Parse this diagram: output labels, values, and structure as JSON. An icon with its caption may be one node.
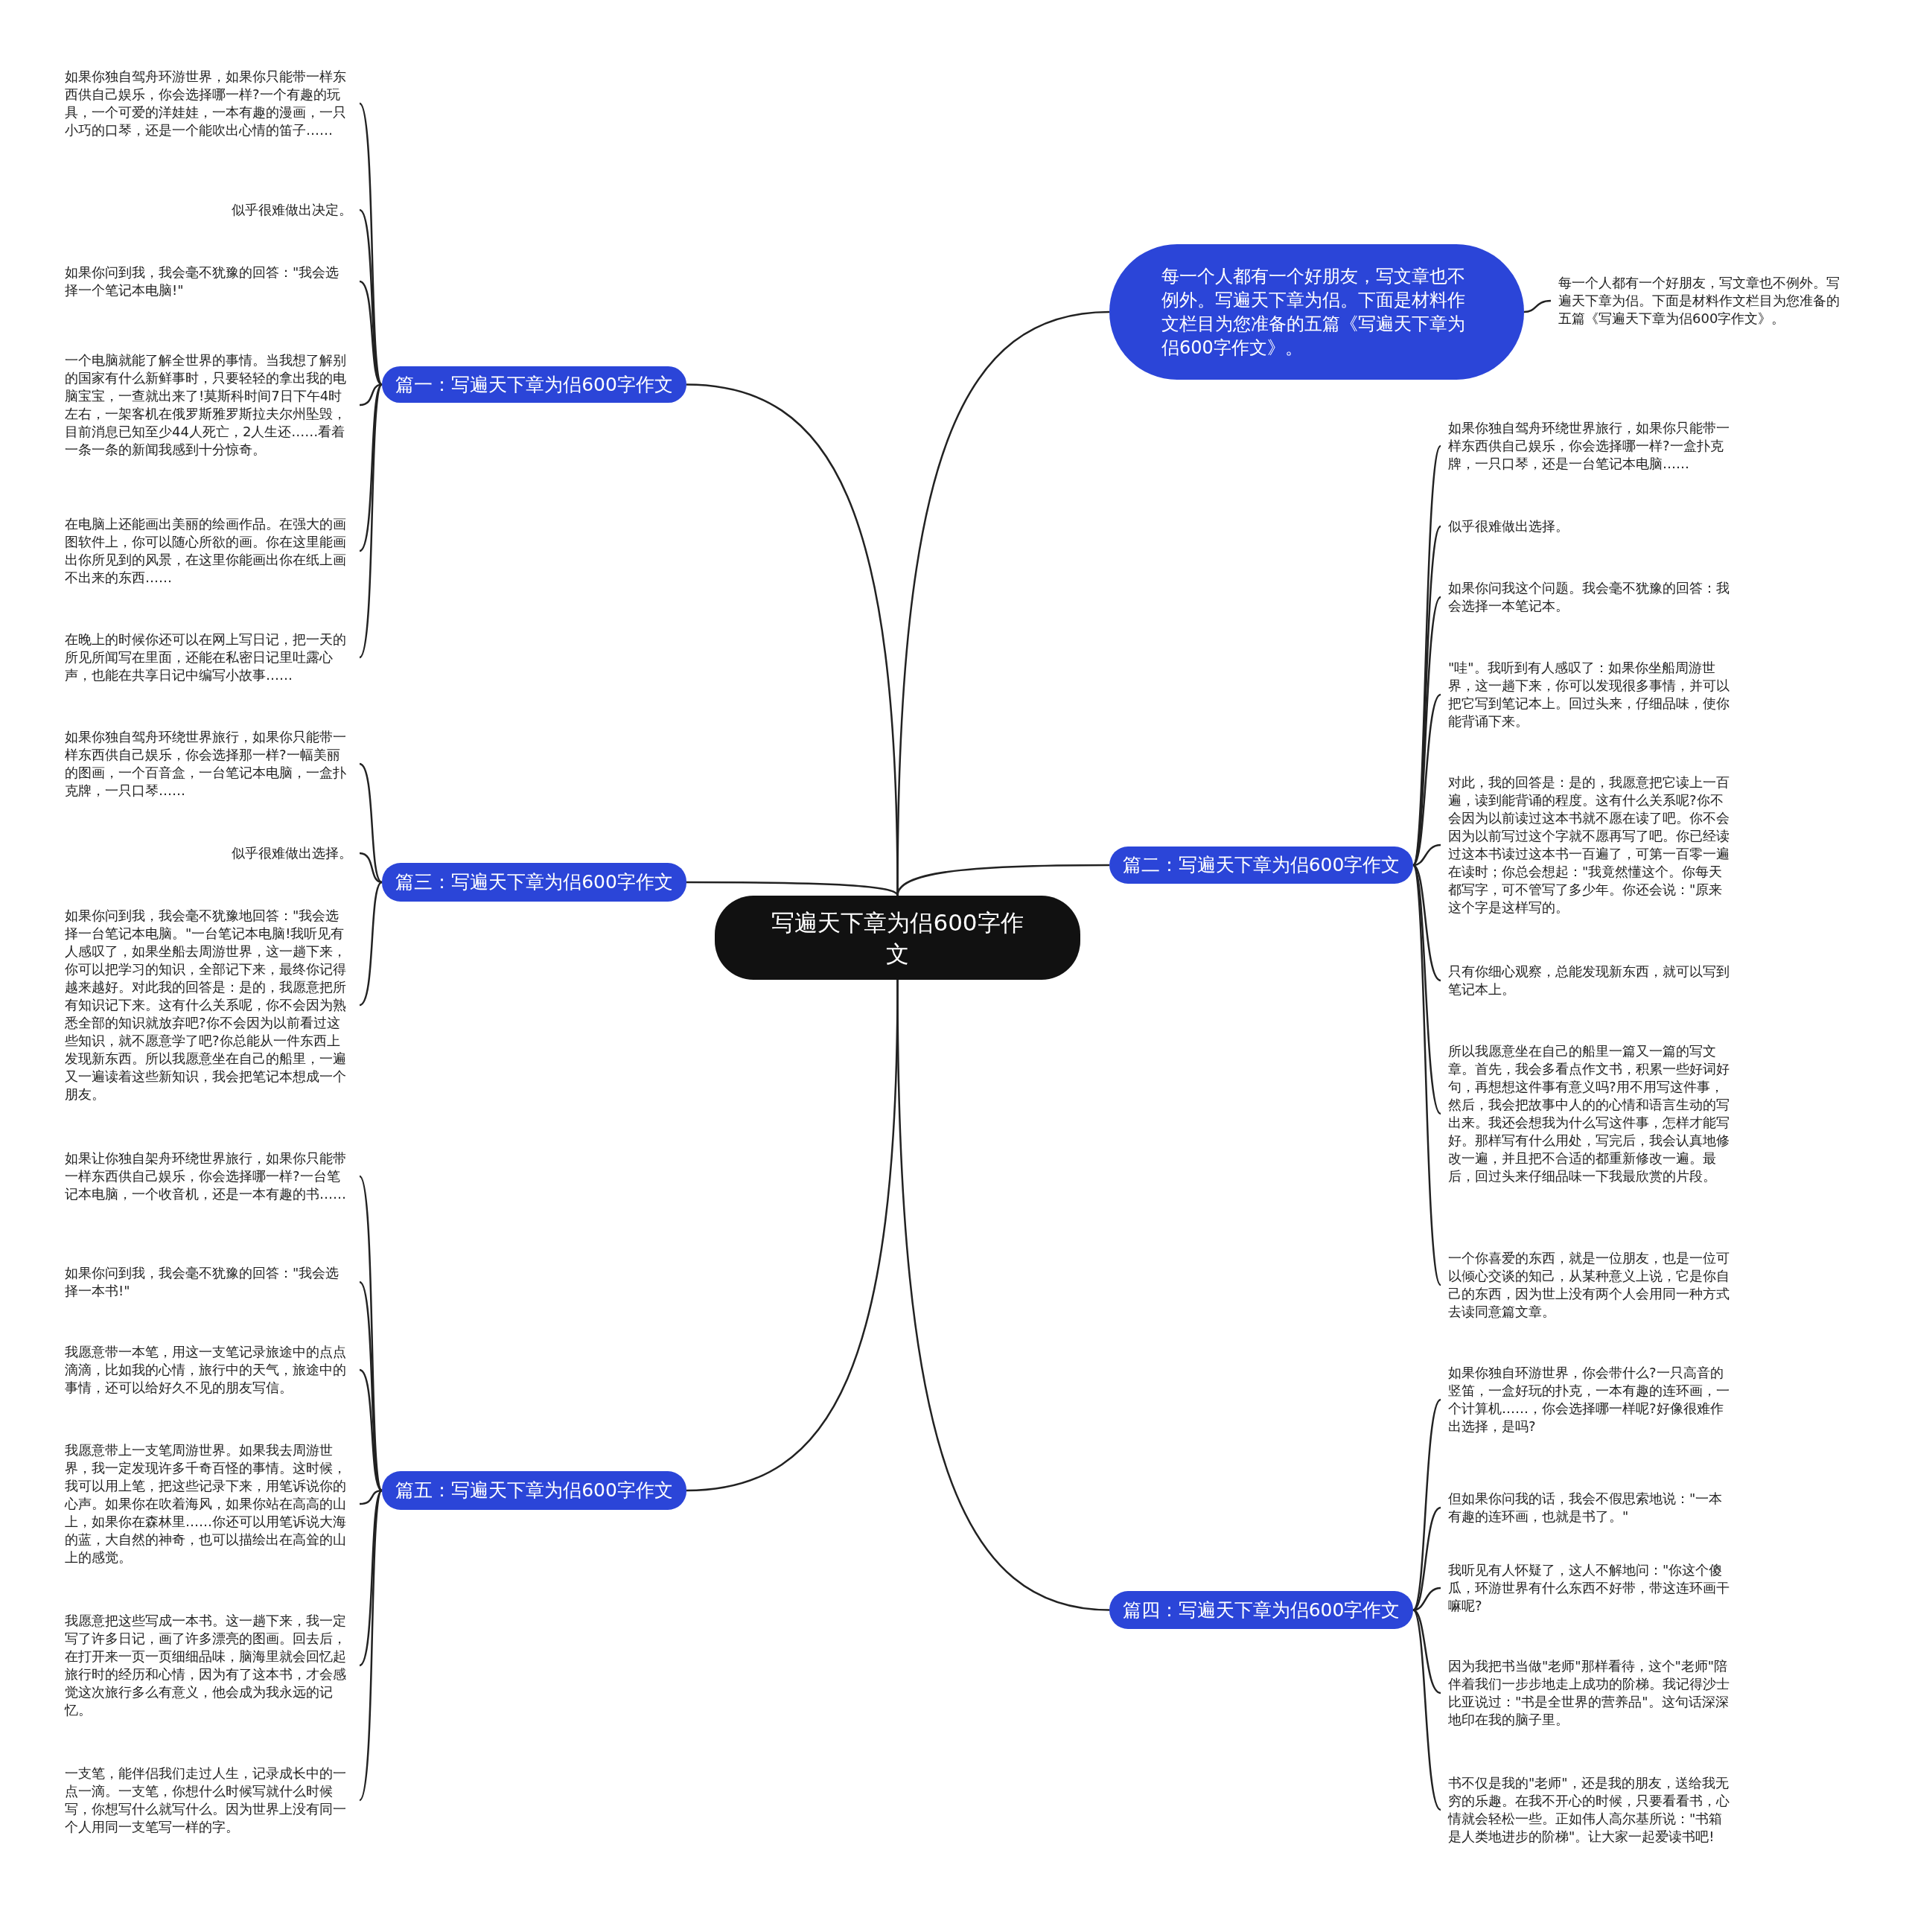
{
  "diagram": {
    "nodes": [
      {
        "text": [
          "写遍天下章为侣600字作文"
        ]
      },
      {
        "text": [
          "每一个人都有一个好朋友，写文章也不例外。写遍天下章为侣。下面是材料作文栏目为您准备的五篇《写遍天下章为侣600字作文》。"
        ]
      },
      {
        "text": [
          "每一个人都有一个好朋友，写文章也不例外。写遍天下章为侣。下面是材料作文栏目为您准备的五篇《写遍天下章为侣600字作文》。"
        ]
      },
      {
        "text": [
          "篇一：写遍天下章为侣600字作文"
        ]
      },
      {
        "text": [
          "如果你独自驾舟环游世界，如果你只能带一样东西供自己娱乐，你会选择哪一样?一个有趣的玩具，一个可爱的洋娃娃，一本有趣的漫画，一只小巧的口琴，还是一个能吹出心情的笛子……"
        ]
      },
      {
        "text": [
          "似乎很难做出决定。"
        ]
      },
      {
        "text": [
          "如果你问到我，我会毫不犹豫的回答：\"我会选择一个笔记本电脑!\""
        ]
      },
      {
        "text": [
          "一个电脑就能了解全世界的事情。当我想了解别的国家有什么新鲜事时，只要轻轻的拿出我的电脑宝宝，一查就出来了!莫斯科时间7日下午4时左右，一架客机在俄罗斯雅罗斯拉夫尔州坠毁，目前消息已知至少44人死亡，2人生还……看着一条一条的新闻我感到十分惊奇。"
        ]
      },
      {
        "text": [
          "在电脑上还能画出美丽的绘画作品。在强大的画图软件上，你可以随心所欲的画。你在这里能画出你所见到的风景，在这里你能画出你在纸上画不出来的东西……"
        ]
      },
      {
        "text": [
          "在晚上的时候你还可以在网上写日记，把一天的所见所闻写在里面，还能在私密日记里吐露心声，也能在共享日记中编写小故事……"
        ]
      },
      {
        "text": [
          "篇二：写遍天下章为侣600字作文"
        ]
      },
      {
        "text": [
          "如果你独自驾舟环绕世界旅行，如果你只能带一样东西供自己娱乐，你会选择哪一样?一盒扑克牌，一只口琴，还是一台笔记本电脑……"
        ]
      },
      {
        "text": [
          "似乎很难做出选择。"
        ]
      },
      {
        "text": [
          "如果你问我这个问题。我会毫不犹豫的回答：我会选择一本笔记本。"
        ]
      },
      {
        "text": [
          "\"哇\"。我听到有人感叹了：如果你坐船周游世界，这一趟下来，你可以发现很多事情，并可以把它写到笔记本上。回过头来，仔细品味，使你能背诵下来。"
        ]
      },
      {
        "text": [
          "对此，我的回答是：是的，我愿意把它读上一百遍，读到能背诵的程度。这有什么关系呢?你不会因为以前读过这本书就不愿在读了吧。你不会因为以前写过这个字就不愿再写了吧。你已经读过这本书读过这本书一百遍了，可第一百零一遍在读时；你总会想起：\"我竟然懂这个。你每天都写字，可不管写了多少年。你还会说：\"原来这个字是这样写的。"
        ]
      },
      {
        "text": [
          "只有你细心观察，总能发现新东西，就可以写到笔记本上。"
        ]
      },
      {
        "text": [
          "所以我愿意坐在自己的船里一篇又一篇的写文章。首先，我会多看点作文书，积累一些好词好句，再想想这件事有意义吗?用不用写这件事，然后，我会把故事中人的的心情和语言生动的写出来。我还会想我为什么写这件事，怎样才能写好。那样写有什么用处，写完后，我会认真地修改一遍，并且把不合适的都重新修改一遍。最后，回过头来仔细品味一下我最欣赏的片段。"
        ]
      },
      {
        "text": [
          "一个你喜爱的东西，就是一位朋友，也是一位可以倾心交谈的知己，从某种意义上说，它是你自己的东西，因为世上没有两个人会用同一种方式去读同意篇文章。"
        ]
      },
      {
        "text": [
          "篇三：写遍天下章为侣600字作文"
        ]
      },
      {
        "text": [
          "如果你独自驾舟环绕世界旅行，如果你只能带一样东西供自己娱乐，你会选择那一样?一幅美丽的图画，一个百音盒，一台笔记本电脑，一盒扑克牌，一只口琴……"
        ]
      },
      {
        "text": [
          "似乎很难做出选择。"
        ]
      },
      {
        "text": [
          "如果你问到我，我会毫不犹豫地回答：\"我会选择一台笔记本电脑。\"一台笔记本电脑!我听见有人感叹了，如果坐船去周游世界，这一趟下来，你可以把学习的知识，全部记下来，最终你记得越来越好。对此我的回答是：是的，我愿意把所有知识记下来。这有什么关系呢，你不会因为熟悉全部的知识就放弃吧?你不会因为以前看过这些知识，就不愿意学了吧?你总能从一件东西上发现新东西。所以我愿意坐在自己的船里，一遍又一遍读着这些新知识，我会把笔记本想成一个朋友。"
        ]
      },
      {
        "text": [
          "篇四：写遍天下章为侣600字作文"
        ]
      },
      {
        "text": [
          "如果你独自环游世界，你会带什么?一只高音的竖笛，一盒好玩的扑克，一本有趣的连环画，一个计算机……，你会选择哪一样呢?好像很难作出选择，是吗?"
        ]
      },
      {
        "text": [
          "但如果你问我的话，我会不假思索地说：\"一本有趣的连环画，也就是书了。\""
        ]
      },
      {
        "text": [
          "我听见有人怀疑了，这人不解地问：\"你这个傻瓜，环游世界有什么东西不好带，带这连环画干嘛呢?"
        ]
      },
      {
        "text": [
          "因为我把书当做\"老师\"那样看待，这个\"老师\"陪伴着我们一步步地走上成功的阶梯。我记得沙士比亚说过：\"书是全世界的营养品\"。这句话深深地印在我的脑子里。"
        ]
      },
      {
        "text": [
          "书不仅是我的\"老师\"，还是我的朋友，送给我无穷的乐趣。在我不开心的时候，只要看看书，心情就会轻松一些。正如伟人高尔基所说：\"书箱是人类地进步的阶梯\"。让大家一起爱读书吧!"
        ]
      },
      {
        "text": [
          "篇五：写遍天下章为侣600字作文"
        ]
      },
      {
        "text": [
          "如果让你独自架舟环绕世界旅行，如果你只能带一样东西供自己娱乐，你会选择哪一样?一台笔记本电脑，一个收音机，还是一本有趣的书……"
        ]
      },
      {
        "text": [
          "如果你问到我，我会毫不犹豫的回答：\"我会选择一本书!\""
        ]
      },
      {
        "text": [
          "我愿意带一本笔，用这一支笔记录旅途中的点点滴滴，比如我的心情，旅行中的天气，旅途中的事情，还可以给好久不见的朋友写信。"
        ]
      },
      {
        "text": [
          "我愿意带上一支笔周游世界。如果我去周游世界，我一定发现许多千奇百怪的事情。这时候，我可以用上笔，把这些记录下来，用笔诉说你的心声。如果你在吹着海风，如果你站在高高的山上，如果你在森林里……你还可以用笔诉说大海的蓝，大自然的神奇，也可以描绘出在高耸的山上的感觉。"
        ]
      },
      {
        "text": [
          "我愿意把这些写成一本书。这一趟下来，我一定写了许多日记，画了许多漂亮的图画。回去后，在打开来一页一页细细品味，脑海里就会回忆起旅行时的经历和心情，因为有了这本书，才会感觉这次旅行多么有意义，他会成为我永远的记忆。"
        ]
      },
      {
        "text": [
          "一支笔，能伴侣我们走过人生，记录成长中的一点一滴。一支笔，你想什么时候写就什么时候写，你想写什么就写什么。因为世界上没有同一个人用同一支笔写一样的字。"
        ]
      }
    ],
    "edges": [
      {
        "from": 0,
        "to": 1,
        "arrow": "none"
      },
      {
        "from": 1,
        "to": 2,
        "arrow": "none"
      },
      {
        "from": 0,
        "to": 3,
        "arrow": "none"
      },
      {
        "from": 3,
        "to": 4,
        "arrow": "none"
      },
      {
        "from": 3,
        "to": 5,
        "arrow": "none"
      },
      {
        "from": 3,
        "to": 6,
        "arrow": "none"
      },
      {
        "from": 3,
        "to": 7,
        "arrow": "none"
      },
      {
        "from": 3,
        "to": 8,
        "arrow": "none"
      },
      {
        "from": 3,
        "to": 9,
        "arrow": "none"
      },
      {
        "from": 0,
        "to": 10,
        "arrow": "none"
      },
      {
        "from": 10,
        "to": 11,
        "arrow": "none"
      },
      {
        "from": 10,
        "to": 12,
        "arrow": "none"
      },
      {
        "from": 10,
        "to": 13,
        "arrow": "none"
      },
      {
        "from": 10,
        "to": 14,
        "arrow": "none"
      },
      {
        "from": 10,
        "to": 15,
        "arrow": "none"
      },
      {
        "from": 10,
        "to": 16,
        "arrow": "none"
      },
      {
        "from": 10,
        "to": 17,
        "arrow": "none"
      },
      {
        "from": 10,
        "to": 18,
        "arrow": "none"
      },
      {
        "from": 0,
        "to": 19,
        "arrow": "none"
      },
      {
        "from": 19,
        "to": 20,
        "arrow": "none"
      },
      {
        "from": 19,
        "to": 21,
        "arrow": "none"
      },
      {
        "from": 19,
        "to": 22,
        "arrow": "none"
      },
      {
        "from": 0,
        "to": 23,
        "arrow": "none"
      },
      {
        "from": 23,
        "to": 24,
        "arrow": "none"
      },
      {
        "from": 23,
        "to": 25,
        "arrow": "none"
      },
      {
        "from": 23,
        "to": 26,
        "arrow": "none"
      },
      {
        "from": 23,
        "to": 27,
        "arrow": "none"
      },
      {
        "from": 23,
        "to": 28,
        "arrow": "none"
      },
      {
        "from": 0,
        "to": 29,
        "arrow": "none"
      },
      {
        "from": 29,
        "to": 30,
        "arrow": "none"
      },
      {
        "from": 29,
        "to": 31,
        "arrow": "none"
      },
      {
        "from": 29,
        "to": 32,
        "arrow": "none"
      },
      {
        "from": 29,
        "to": 33,
        "arrow": "none"
      },
      {
        "from": 29,
        "to": 34,
        "arrow": "none"
      },
      {
        "from": 29,
        "to": 35,
        "arrow": "none"
      }
    ]
  }
}
